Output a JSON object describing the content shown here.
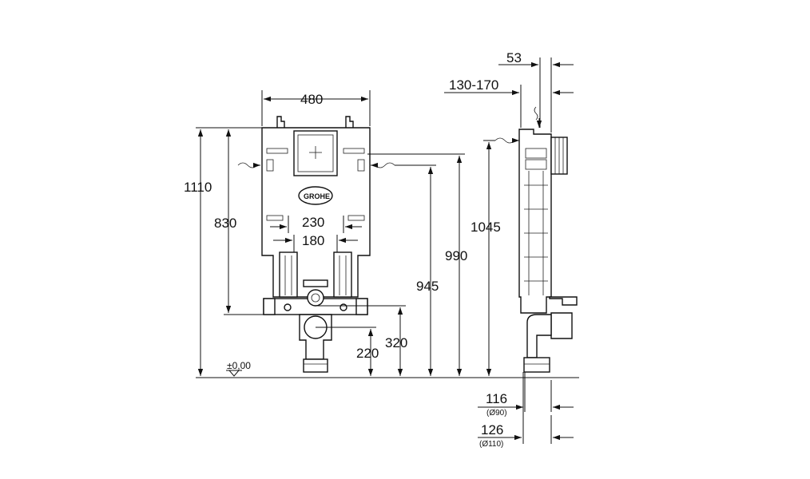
{
  "front": {
    "width_480": "480",
    "height_1110": "1110",
    "height_830": "830",
    "width_230": "230",
    "width_180": "180",
    "height_990": "990",
    "height_945": "945",
    "height_320": "320",
    "height_220": "220",
    "floor_level": "±0,00",
    "logo": "GROHE"
  },
  "side": {
    "depth_53": "53",
    "depth_130_170": "130-170",
    "height_1045": "1045",
    "pipe_116": "116",
    "pipe_116_dia": "(Ø90)",
    "pipe_126": "126",
    "pipe_126_dia": "(Ø110)"
  }
}
